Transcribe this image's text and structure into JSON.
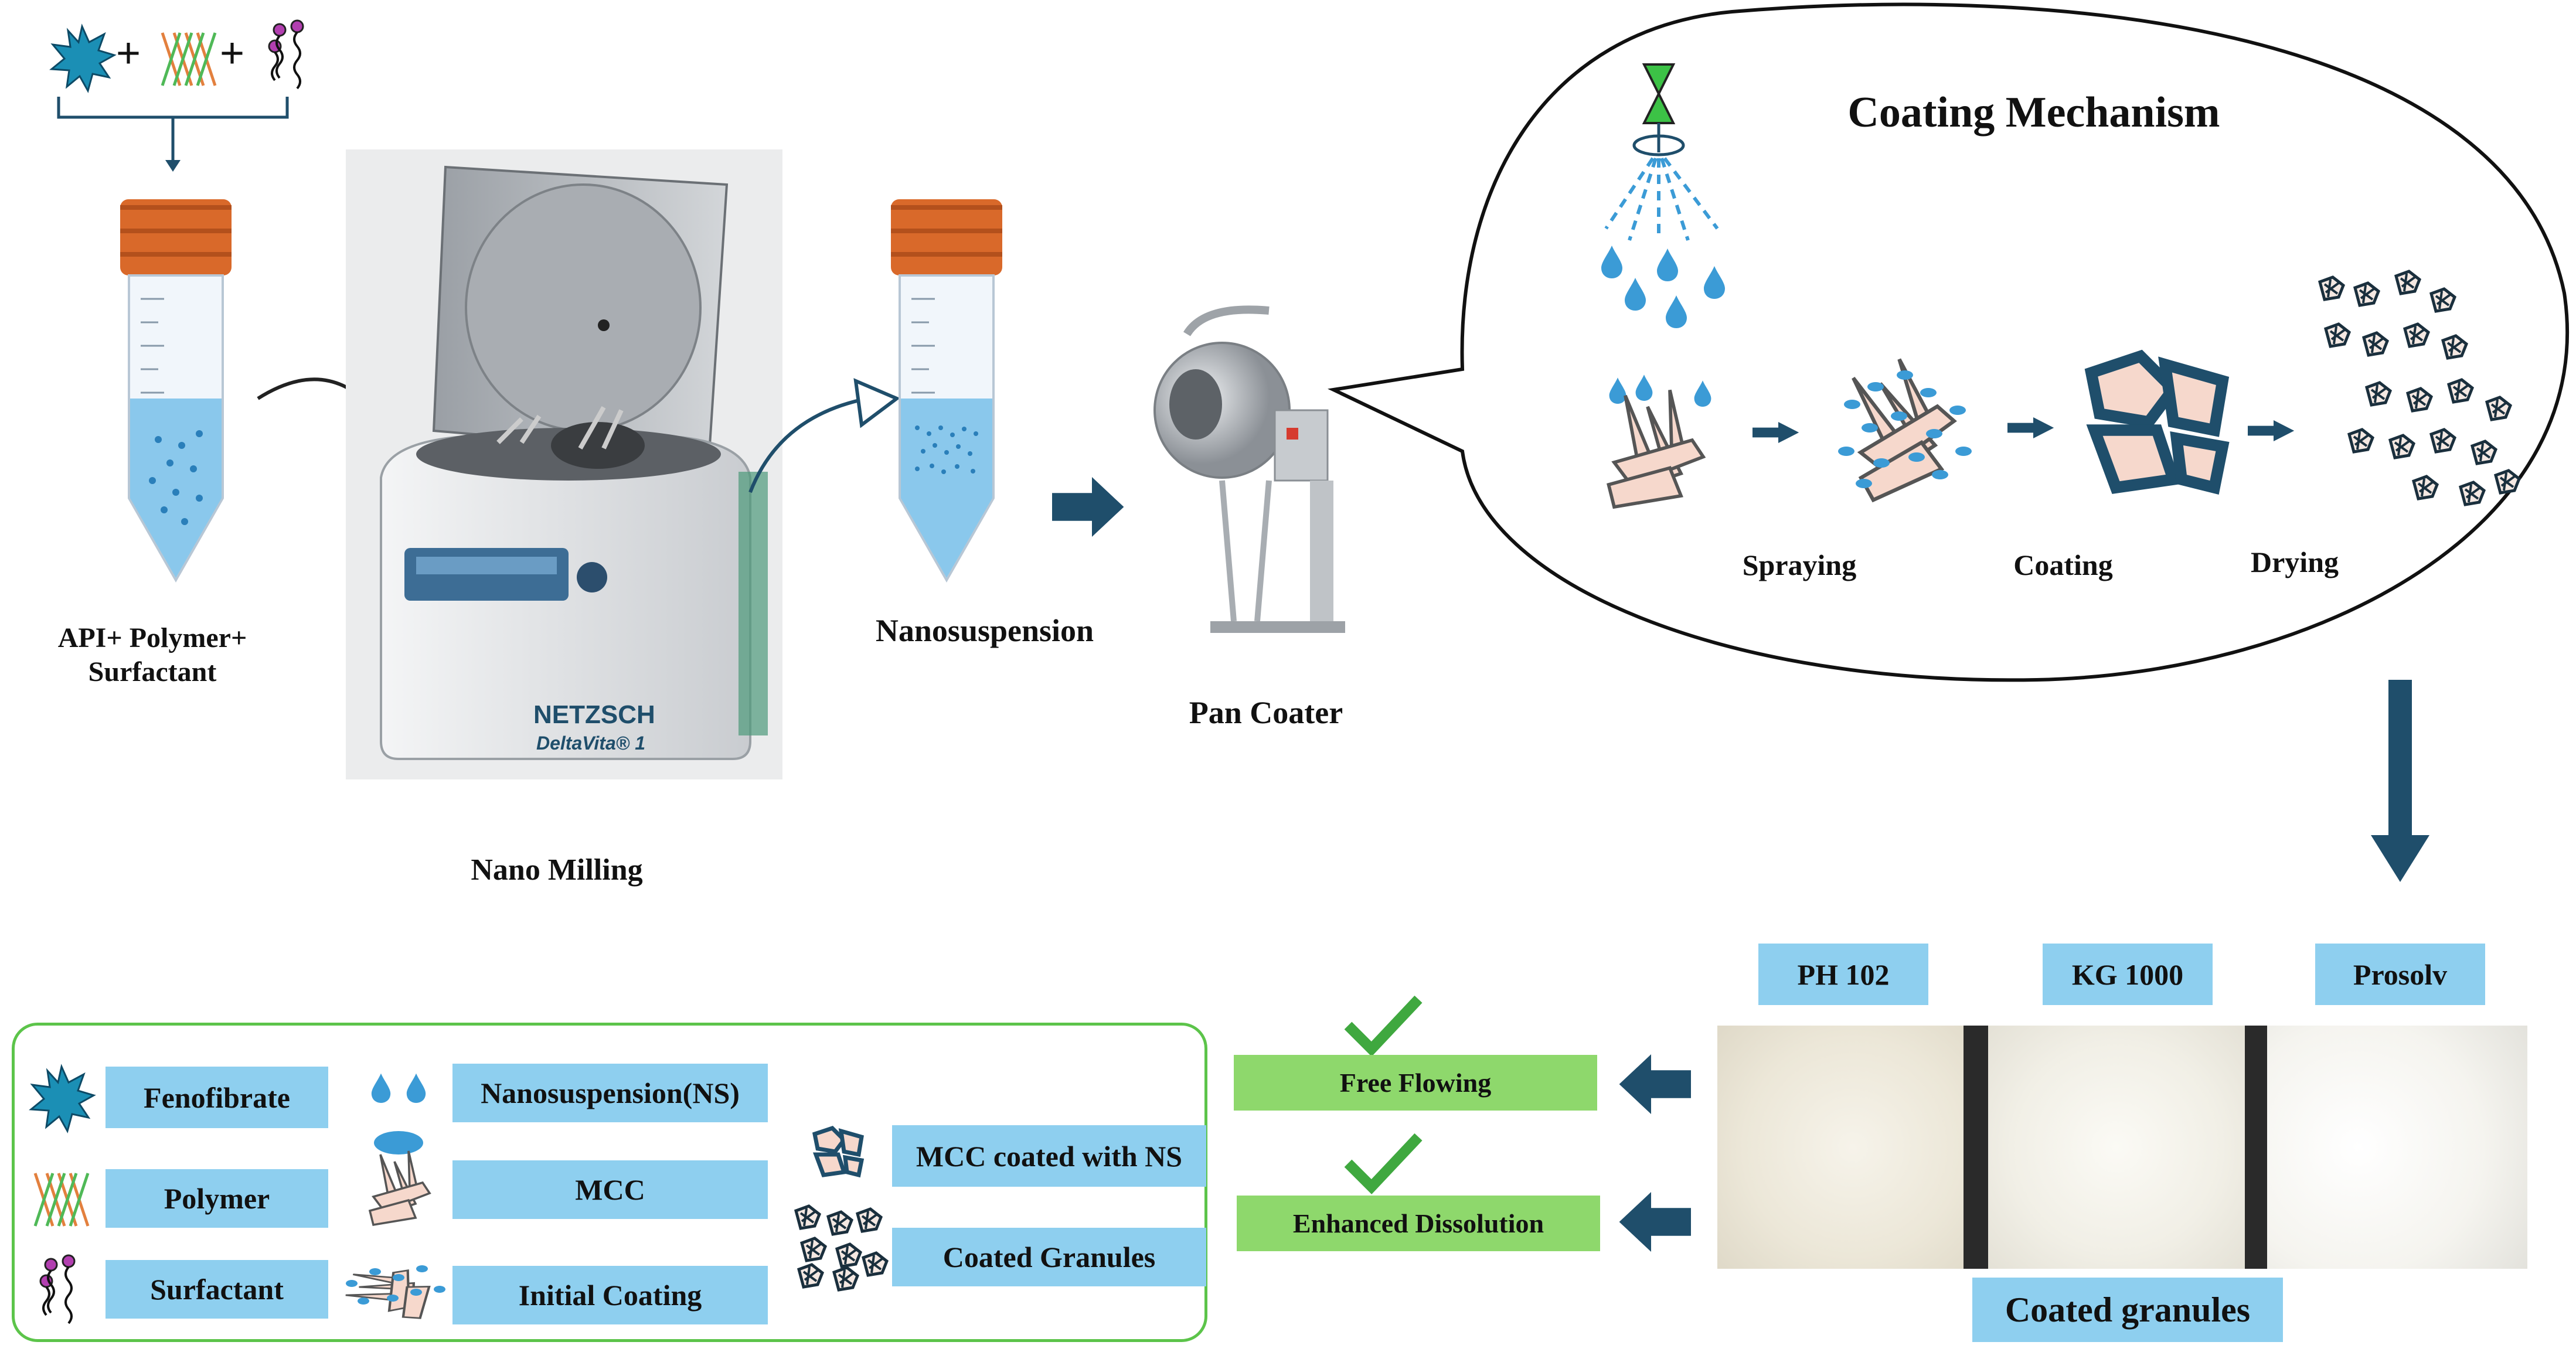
{
  "labels": {
    "api_mix": "API+ Polymer+ Surfactant",
    "nano_milling": "Nano Milling",
    "nanosuspension": "Nanosuspension",
    "pan_coater": "Pan Coater",
    "mechanism_title": "Coating Mechanism",
    "spraying": "Spraying",
    "coating": "Coating",
    "drying": "Drying",
    "coated_granules": "Coated granules"
  },
  "machine": {
    "brand": "NETZSCH",
    "model": "DeltaVita® 1"
  },
  "grades": [
    "PH 102",
    "KG 1000",
    "Prosolv"
  ],
  "outcomes": [
    "Free Flowing",
    "Enhanced Dissolution"
  ],
  "legend": [
    {
      "icon": "fenofibrate-icon",
      "label": "Fenofibrate"
    },
    {
      "icon": "polymer-icon",
      "label": "Polymer"
    },
    {
      "icon": "surfactant-icon",
      "label": "Surfactant"
    },
    {
      "icon": "droplets-icon",
      "label": "Nanosuspension(NS)"
    },
    {
      "icon": "mcc-icon",
      "label": "MCC"
    },
    {
      "icon": "initial-coating-icon",
      "label": "Initial Coating"
    },
    {
      "icon": "mcc-coated-icon",
      "label": "MCC coated with NS"
    },
    {
      "icon": "coated-granules-icon",
      "label": "Coated Granules"
    }
  ],
  "colors": {
    "accent_blue": "#8ecfef",
    "arrow_navy": "#1f4e6b",
    "outcome_green": "#8ed86c",
    "check_green": "#3fa83f",
    "legend_border": "#5cc44a",
    "vial_cap": "#d9692a",
    "drop_blue": "#3b9bd6"
  }
}
